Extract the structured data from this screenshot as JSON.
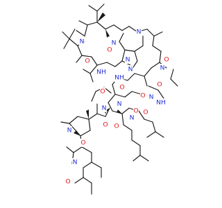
{
  "colors": {
    "bond": "#1a1a1a",
    "O": "#e8141a",
    "N": "#1f2dd6",
    "background": "#ffffff"
  },
  "atom_labels": {
    "O": "O",
    "N": "N",
    "NH": "NH",
    "N_H": "N"
  }
}
